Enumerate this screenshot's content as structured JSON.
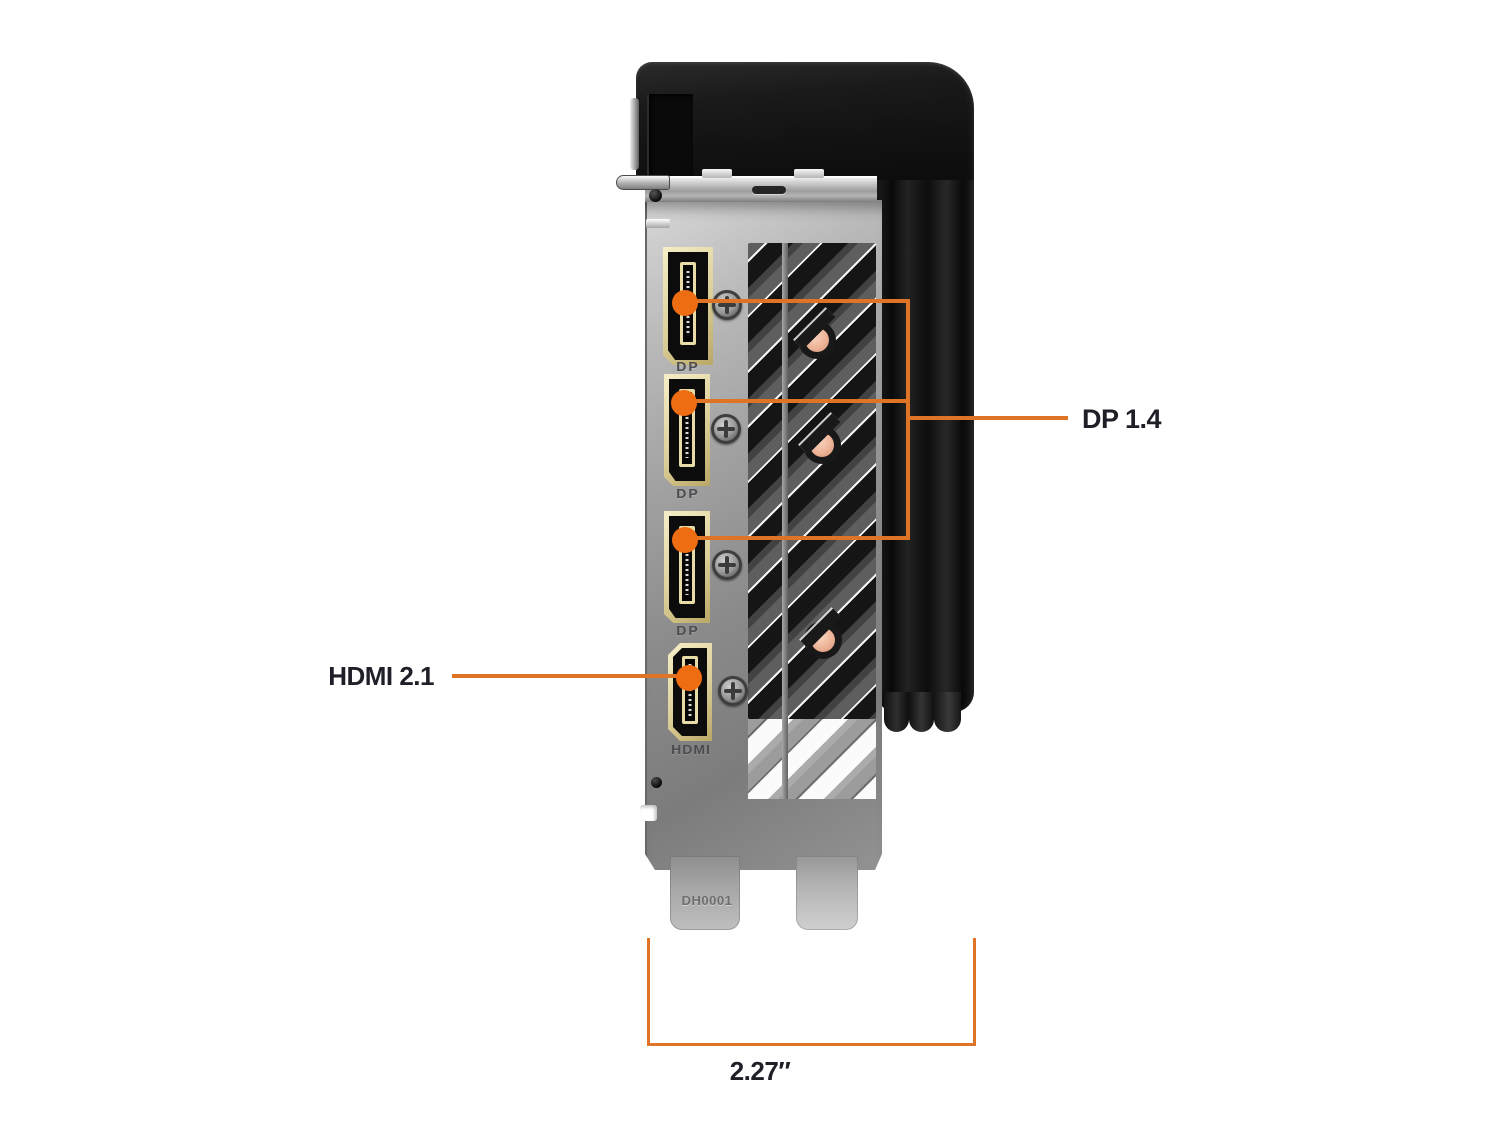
{
  "product": {
    "type": "graphics-card-io-bracket",
    "serial_engraving": "DH0001",
    "ports": [
      {
        "id": "dp1",
        "connector": "DisplayPort",
        "label": "DP"
      },
      {
        "id": "dp2",
        "connector": "DisplayPort",
        "label": "DP"
      },
      {
        "id": "dp3",
        "connector": "DisplayPort",
        "label": "DP"
      },
      {
        "id": "hdmi",
        "connector": "HDMI",
        "label": "HDMI"
      }
    ]
  },
  "annotations": {
    "dp_group_label": "DP 1.4",
    "hdmi_label": "HDMI 2.1",
    "width_dimension": "2.27″"
  },
  "colors": {
    "background": "#FFFFFF",
    "accent_orange_dot": "#EE6C12",
    "accent_orange_line": "#DF7426",
    "callout_text": "#1E1F27",
    "bracket_metal": "#9A9A9A",
    "shroud_black": "#141414",
    "port_gold": "#EADFB0",
    "heatpipe_copper": "#EEB397"
  }
}
